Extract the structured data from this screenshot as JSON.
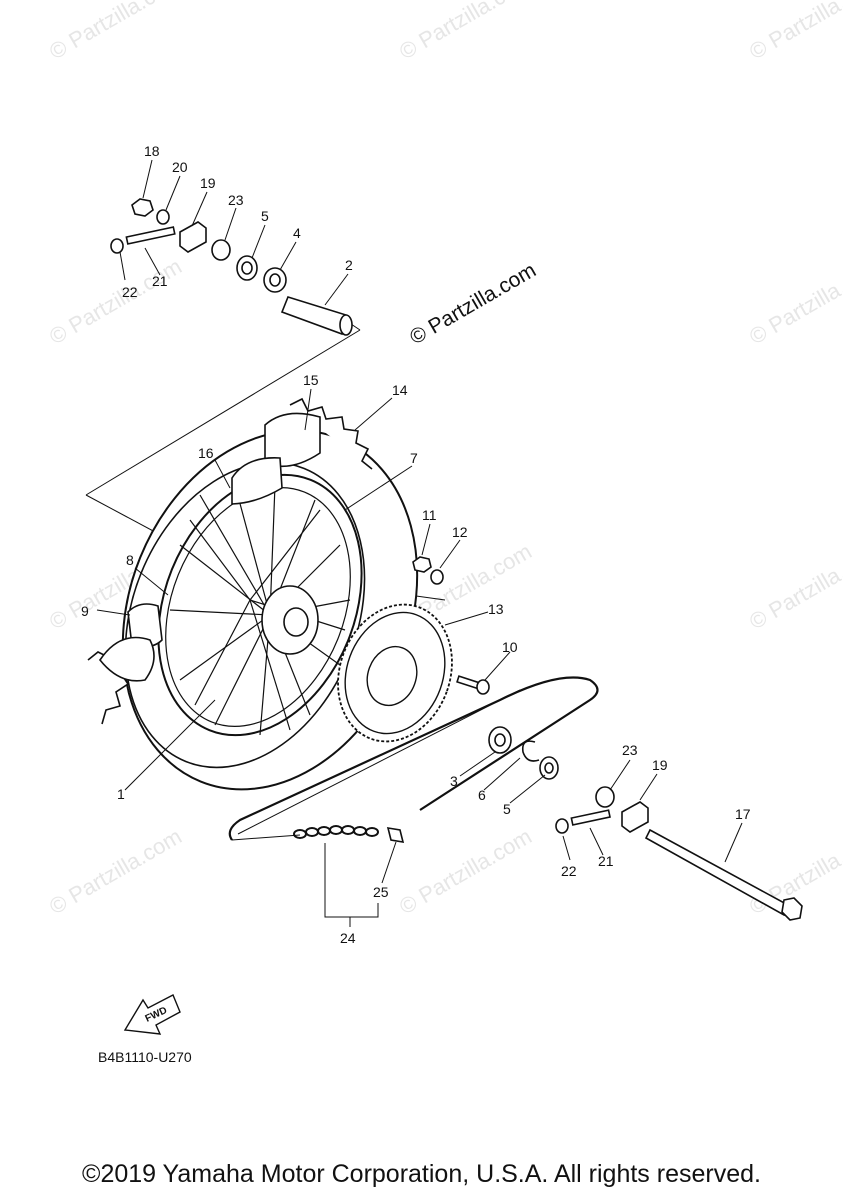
{
  "watermark": "© Partzilla.com",
  "diagram_code": "B4B1110-U270",
  "fwd_label": "FWD",
  "copyright": "©2019 Yamaha Motor Corporation, U.S.A. All rights reserved.",
  "callouts": {
    "c1": "1",
    "c2": "2",
    "c3": "3",
    "c4": "4",
    "c5a": "5",
    "c5b": "5",
    "c6": "6",
    "c7": "7",
    "c8": "8",
    "c9": "9",
    "c10": "10",
    "c11": "11",
    "c12": "12",
    "c13": "13",
    "c14": "14",
    "c15": "15",
    "c16": "16",
    "c17": "17",
    "c18": "18",
    "c19a": "19",
    "c19b": "19",
    "c20": "20",
    "c21a": "21",
    "c21b": "21",
    "c22a": "22",
    "c22b": "22",
    "c23a": "23",
    "c23b": "23",
    "c24": "24",
    "c25": "25"
  }
}
